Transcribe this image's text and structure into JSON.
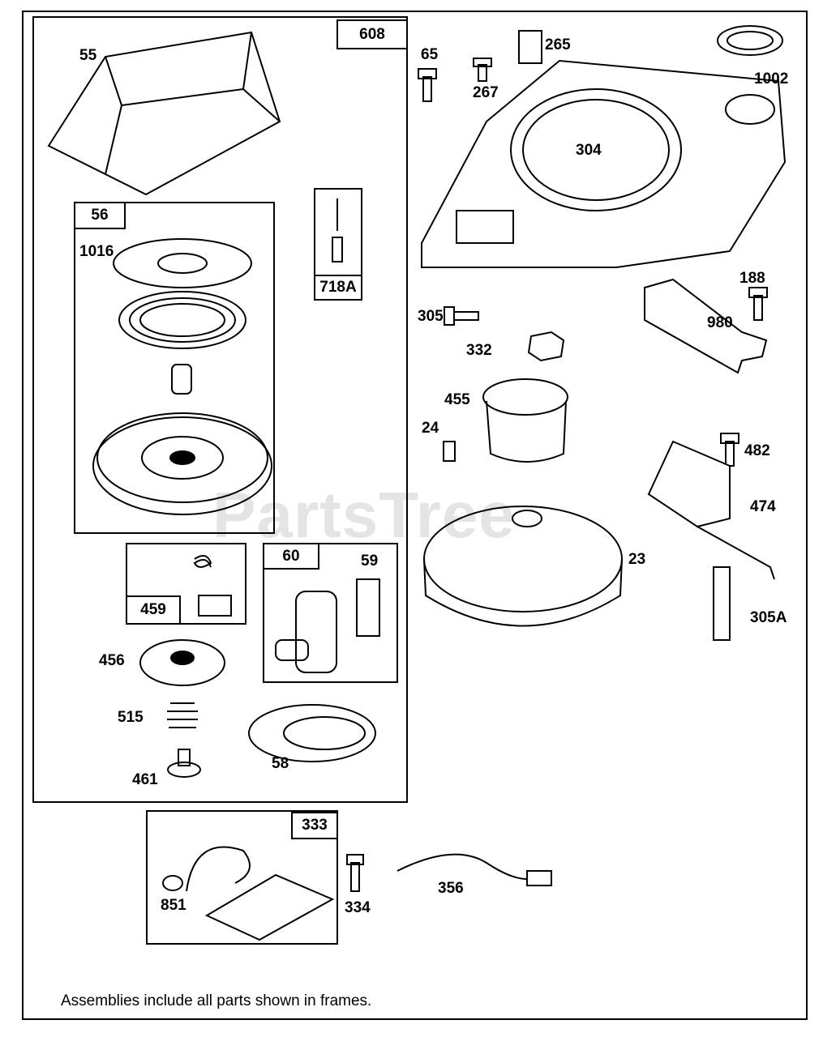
{
  "frames": {
    "f608": "608",
    "f56": "56",
    "f718a": "718A",
    "f459": "459",
    "f60": "60",
    "f333": "333"
  },
  "labels": {
    "p55": "55",
    "p1016": "1016",
    "p456": "456",
    "p515": "515",
    "p461": "461",
    "p58": "58",
    "p59": "59",
    "p65": "65",
    "p267": "267",
    "p265": "265",
    "p1002": "1002",
    "p304": "304",
    "p305": "305",
    "p332": "332",
    "p188": "188",
    "p980": "980",
    "p455": "455",
    "p24": "24",
    "p482": "482",
    "p474": "474",
    "p23": "23",
    "p305a": "305A",
    "p851": "851",
    "p334": "334",
    "p356": "356"
  },
  "watermark": "PartsTree",
  "footer": "Assemblies include all parts shown in frames."
}
